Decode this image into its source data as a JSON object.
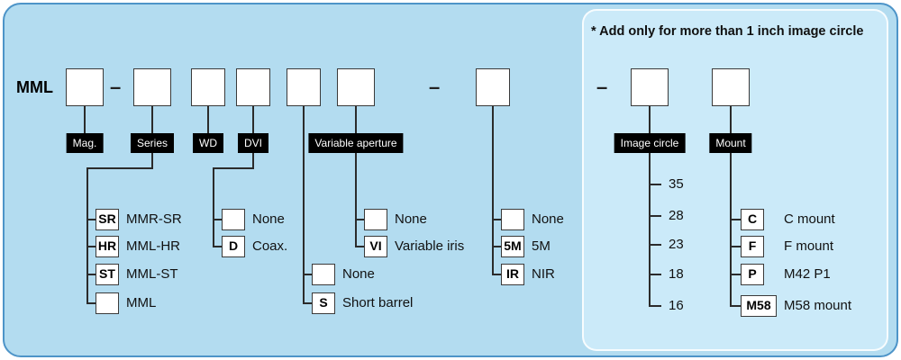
{
  "title_prefix": "MML",
  "dash": "–",
  "panel_note": "* Add only for more than 1 inch image circle",
  "colors": {
    "background": "#b3dcf0",
    "panel": "#cbeaf9",
    "border": "#4d94c8",
    "label_bg": "#000000",
    "label_text": "#ffffff",
    "line": "#2b2b2b",
    "box_fill": "#ffffff"
  },
  "fields": {
    "mag": {
      "label": "Mag."
    },
    "series": {
      "label": "Series",
      "options": [
        {
          "code": "SR",
          "desc": "MMR-SR"
        },
        {
          "code": "HR",
          "desc": "MML-HR"
        },
        {
          "code": "ST",
          "desc": "MML-ST"
        },
        {
          "code": "",
          "desc": "MML"
        }
      ]
    },
    "wd": {
      "label": "WD"
    },
    "dvi": {
      "label": "DVI",
      "options": [
        {
          "code": "",
          "desc": "None"
        },
        {
          "code": "D",
          "desc": "Coax."
        }
      ]
    },
    "barrel": {
      "options": [
        {
          "code": "",
          "desc": "None"
        },
        {
          "code": "S",
          "desc": "Short barrel"
        }
      ]
    },
    "variable_aperture": {
      "label": "Variable aperture",
      "options": [
        {
          "code": "",
          "desc": "None"
        },
        {
          "code": "VI",
          "desc": "Variable iris"
        }
      ]
    },
    "sensor": {
      "options": [
        {
          "code": "",
          "desc": "None"
        },
        {
          "code": "5M",
          "desc": "5M"
        },
        {
          "code": "IR",
          "desc": "NIR"
        }
      ]
    },
    "image_circle": {
      "label": "Image circle",
      "options": [
        {
          "value": "35"
        },
        {
          "value": "28"
        },
        {
          "value": "23"
        },
        {
          "value": "18"
        },
        {
          "value": "16"
        }
      ]
    },
    "mount": {
      "label": "Mount",
      "options": [
        {
          "code": "C",
          "desc": "C mount"
        },
        {
          "code": "F",
          "desc": "F mount"
        },
        {
          "code": "P",
          "desc": "M42 P1"
        },
        {
          "code": "M58",
          "desc": "M58 mount"
        }
      ]
    }
  }
}
